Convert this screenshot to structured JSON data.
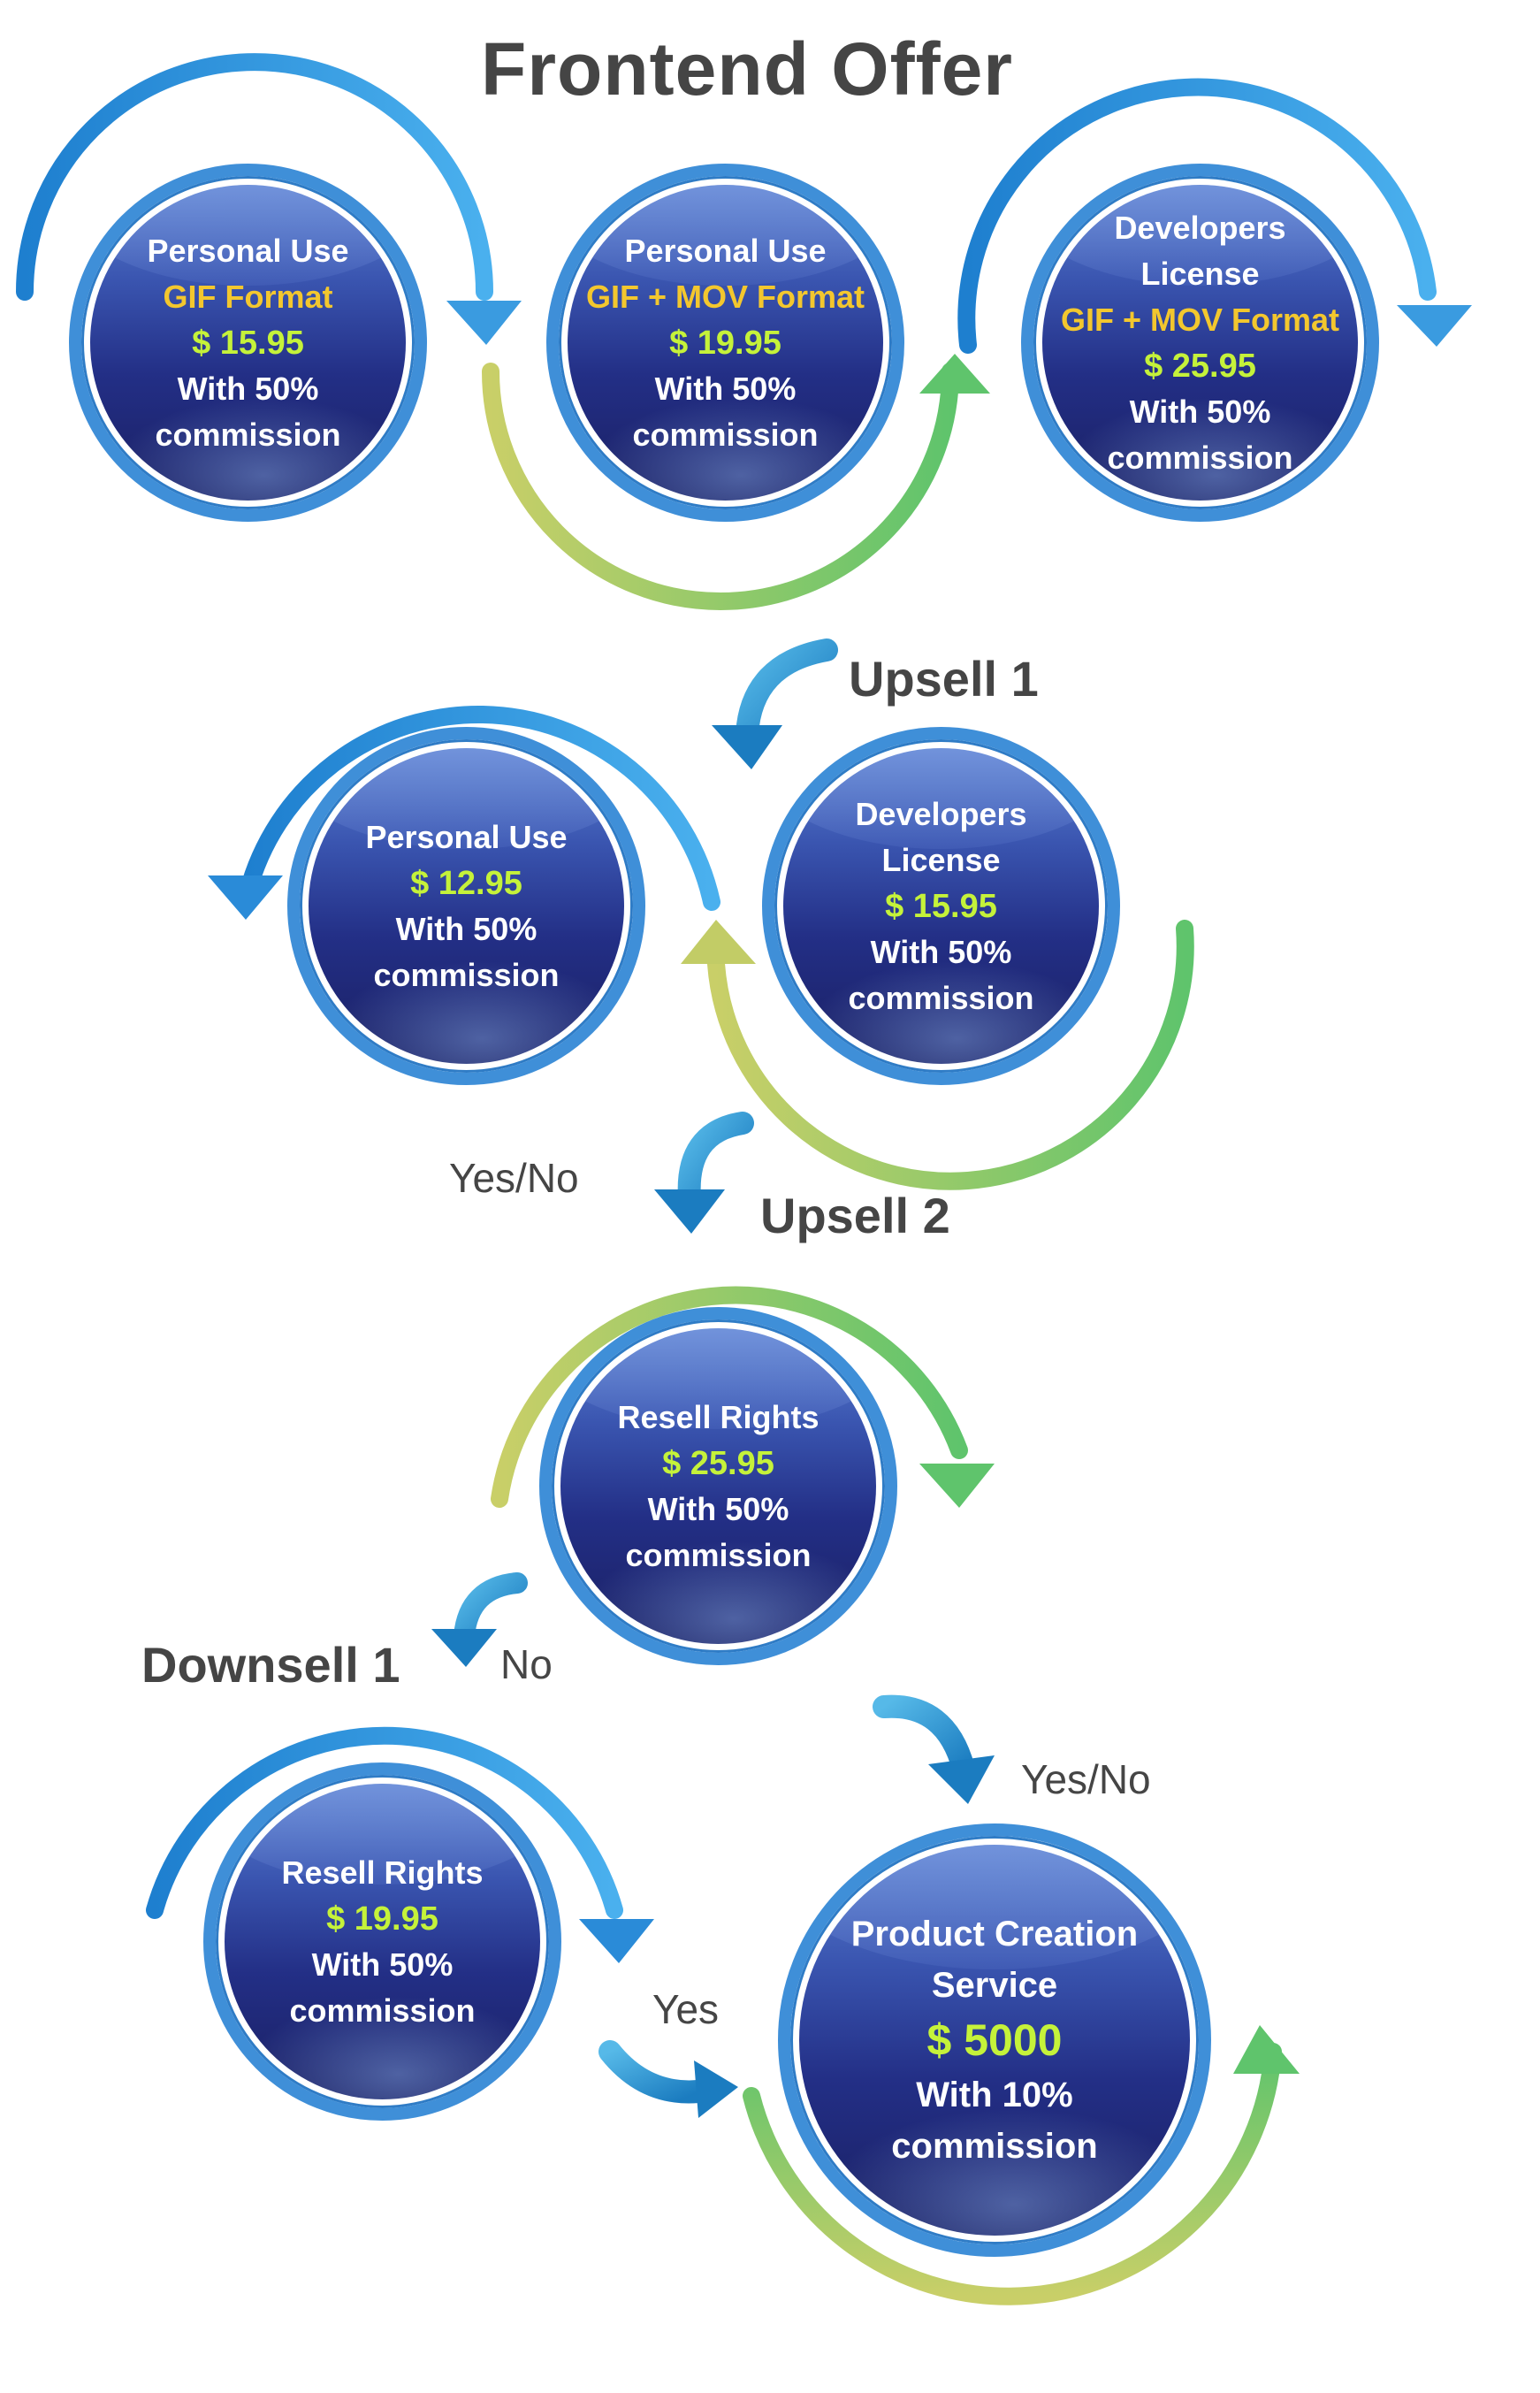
{
  "title": "Frontend Offer",
  "headings": {
    "upsell1": "Upsell 1",
    "upsell2": "Upsell 2",
    "downsell1": "Downsell 1"
  },
  "flow_labels": {
    "yes_no_1": "Yes/No",
    "no": "No",
    "yes_no_2": "Yes/No",
    "yes": "Yes"
  },
  "colors": {
    "title": "#454545",
    "price": "#c5f23a",
    "format": "#f3c72e",
    "arrow_blue": "#3a9be0",
    "arrow_green": "#6cc46a"
  },
  "nodes": {
    "fe1": {
      "lines": [
        {
          "t": "Personal Use",
          "c": "white"
        },
        {
          "t": "GIF Format",
          "c": "yellow"
        },
        {
          "t": "$ 15.95",
          "c": "price"
        },
        {
          "t": "With 50%",
          "c": "white"
        },
        {
          "t": "commission",
          "c": "white"
        }
      ]
    },
    "fe2": {
      "lines": [
        {
          "t": "Personal Use",
          "c": "white"
        },
        {
          "t": "GIF + MOV Format",
          "c": "yellow"
        },
        {
          "t": "$ 19.95",
          "c": "price"
        },
        {
          "t": "With 50%",
          "c": "white"
        },
        {
          "t": "commission",
          "c": "white"
        }
      ]
    },
    "fe3": {
      "lines": [
        {
          "t": "Developers",
          "c": "white"
        },
        {
          "t": "License",
          "c": "white"
        },
        {
          "t": "GIF + MOV Format",
          "c": "yellow"
        },
        {
          "t": "$ 25.95",
          "c": "price"
        },
        {
          "t": "With 50%",
          "c": "white"
        },
        {
          "t": "commission",
          "c": "white"
        }
      ]
    },
    "up1a": {
      "lines": [
        {
          "t": "Personal Use",
          "c": "white"
        },
        {
          "t": "$ 12.95",
          "c": "price"
        },
        {
          "t": "With 50%",
          "c": "white"
        },
        {
          "t": "commission",
          "c": "white"
        }
      ]
    },
    "up1b": {
      "lines": [
        {
          "t": "Developers",
          "c": "white"
        },
        {
          "t": "License",
          "c": "white"
        },
        {
          "t": "$ 15.95",
          "c": "price"
        },
        {
          "t": "With 50%",
          "c": "white"
        },
        {
          "t": "commission",
          "c": "white"
        }
      ]
    },
    "up2": {
      "lines": [
        {
          "t": "Resell Rights",
          "c": "white"
        },
        {
          "t": "$ 25.95",
          "c": "price"
        },
        {
          "t": "With 50%",
          "c": "white"
        },
        {
          "t": "commission",
          "c": "white"
        }
      ]
    },
    "ds1": {
      "lines": [
        {
          "t": "Resell Rights",
          "c": "white"
        },
        {
          "t": "$ 19.95",
          "c": "price"
        },
        {
          "t": "With 50%",
          "c": "white"
        },
        {
          "t": "commission",
          "c": "white"
        }
      ]
    },
    "pcs": {
      "lines": [
        {
          "t": "Product Creation",
          "c": "white mid"
        },
        {
          "t": "Service",
          "c": "white mid"
        },
        {
          "t": "$ 5000",
          "c": "price big"
        },
        {
          "t": "With 10%",
          "c": "white mid"
        },
        {
          "t": "commission",
          "c": "white mid"
        }
      ]
    }
  }
}
